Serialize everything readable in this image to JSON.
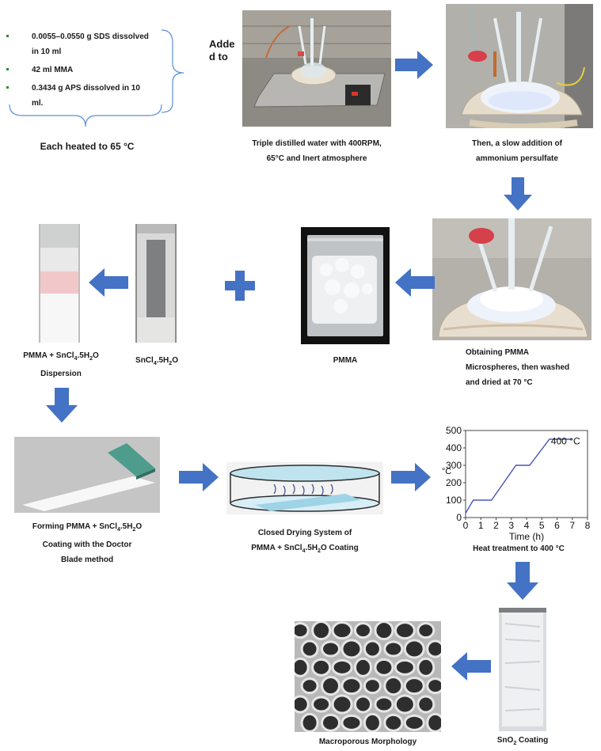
{
  "ingredients": {
    "items": [
      {
        "line1": "0.0055–0.0550 g SDS dissolved",
        "line2": "in 10 ml"
      },
      {
        "line1": "42 ml MMA",
        "line2": ""
      },
      {
        "line1": "0.3434 g  APS dissolved in 10",
        "line2": "ml."
      }
    ],
    "added_to_line1": "Adde",
    "added_to_line2": "d to",
    "heated_label": "Each heated to 65 °C"
  },
  "steps": {
    "water_line1": "Triple distilled water with 400RPM,",
    "water_line2": "65°C and Inert atmosphere",
    "aps_line1": "Then, a slow addition of",
    "aps_line2": "ammonium persulfate",
    "obtain_line1": "Obtaining PMMA",
    "obtain_line2": "Microspheres, then washed",
    "obtain_line3": "and dried at 70 °C",
    "pmma": "PMMA",
    "sncl_main": "SnCl",
    "sncl_sub4": "4",
    "sncl_mid": ".5H",
    "sncl_sub2": "2",
    "sncl_o": "O",
    "disp_prefix": "PMMA + SnCl",
    "disp_line2": "Dispersion",
    "form_prefix": "Forming PMMA + SnCl",
    "form_line2": "Coating with the Doctor",
    "form_line3": "Blade method",
    "dry_line1": "Closed Drying System of",
    "dry_prefix": "PMMA + SnCl",
    "dry_suffix": " Coating",
    "heat_caption": "Heat treatment to 400 °C",
    "sno2_main": "SnO",
    "sno2_sub": "2",
    "sno2_suffix": " Coating",
    "macro": "Macroporous Morphology"
  },
  "colors": {
    "arrow": "#4472c4",
    "line": "#4a56b8",
    "bullet": "#2e8b3a",
    "bracket": "#5b8fd6"
  },
  "chart_data": {
    "type": "line",
    "xlabel": "Time (h)",
    "ylabel": "°C",
    "xlim": [
      0,
      8
    ],
    "ylim": [
      0,
      500
    ],
    "x_ticks": [
      "0",
      "1",
      "2",
      "3",
      "4",
      "5",
      "6",
      "7",
      "8"
    ],
    "y_ticks": [
      "0",
      "100",
      "200",
      "300",
      "400",
      "500"
    ],
    "annotation": "400 °C",
    "series": [
      {
        "x": [
          0,
          0.5,
          1.7,
          3.3,
          4.2,
          5.5,
          7.0
        ],
        "y": [
          25,
          100,
          100,
          300,
          300,
          450,
          450
        ]
      }
    ]
  }
}
